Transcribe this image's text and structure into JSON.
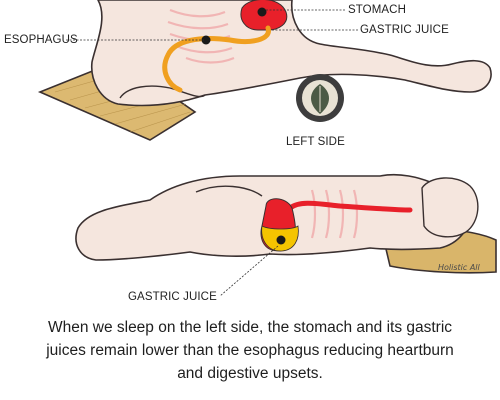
{
  "labels": {
    "stomach": "STOMACH",
    "gastric_juice_top": "GASTRIC JUICE",
    "esophagus": "ESOPHAGUS",
    "left_side": "LEFT SIDE",
    "gastric_juice_bottom": "GASTRIC JUICE"
  },
  "caption": {
    "line1": "When we sleep on the left side, the stomach and its gastric",
    "line2": "juices remain lower than the esophagus reducing heartburn",
    "line3": "and digestive upsets."
  },
  "watermark": "Holistic All",
  "icons": {
    "logo": "leaf-badge-icon"
  },
  "colors": {
    "body_fill": "#f4e4dc",
    "outline": "#3a3030",
    "stomach_red": "#e8202a",
    "gastric_yellow": "#f5c400",
    "esophagus_orange": "#f0a020",
    "pillow": "#d9b56a"
  }
}
